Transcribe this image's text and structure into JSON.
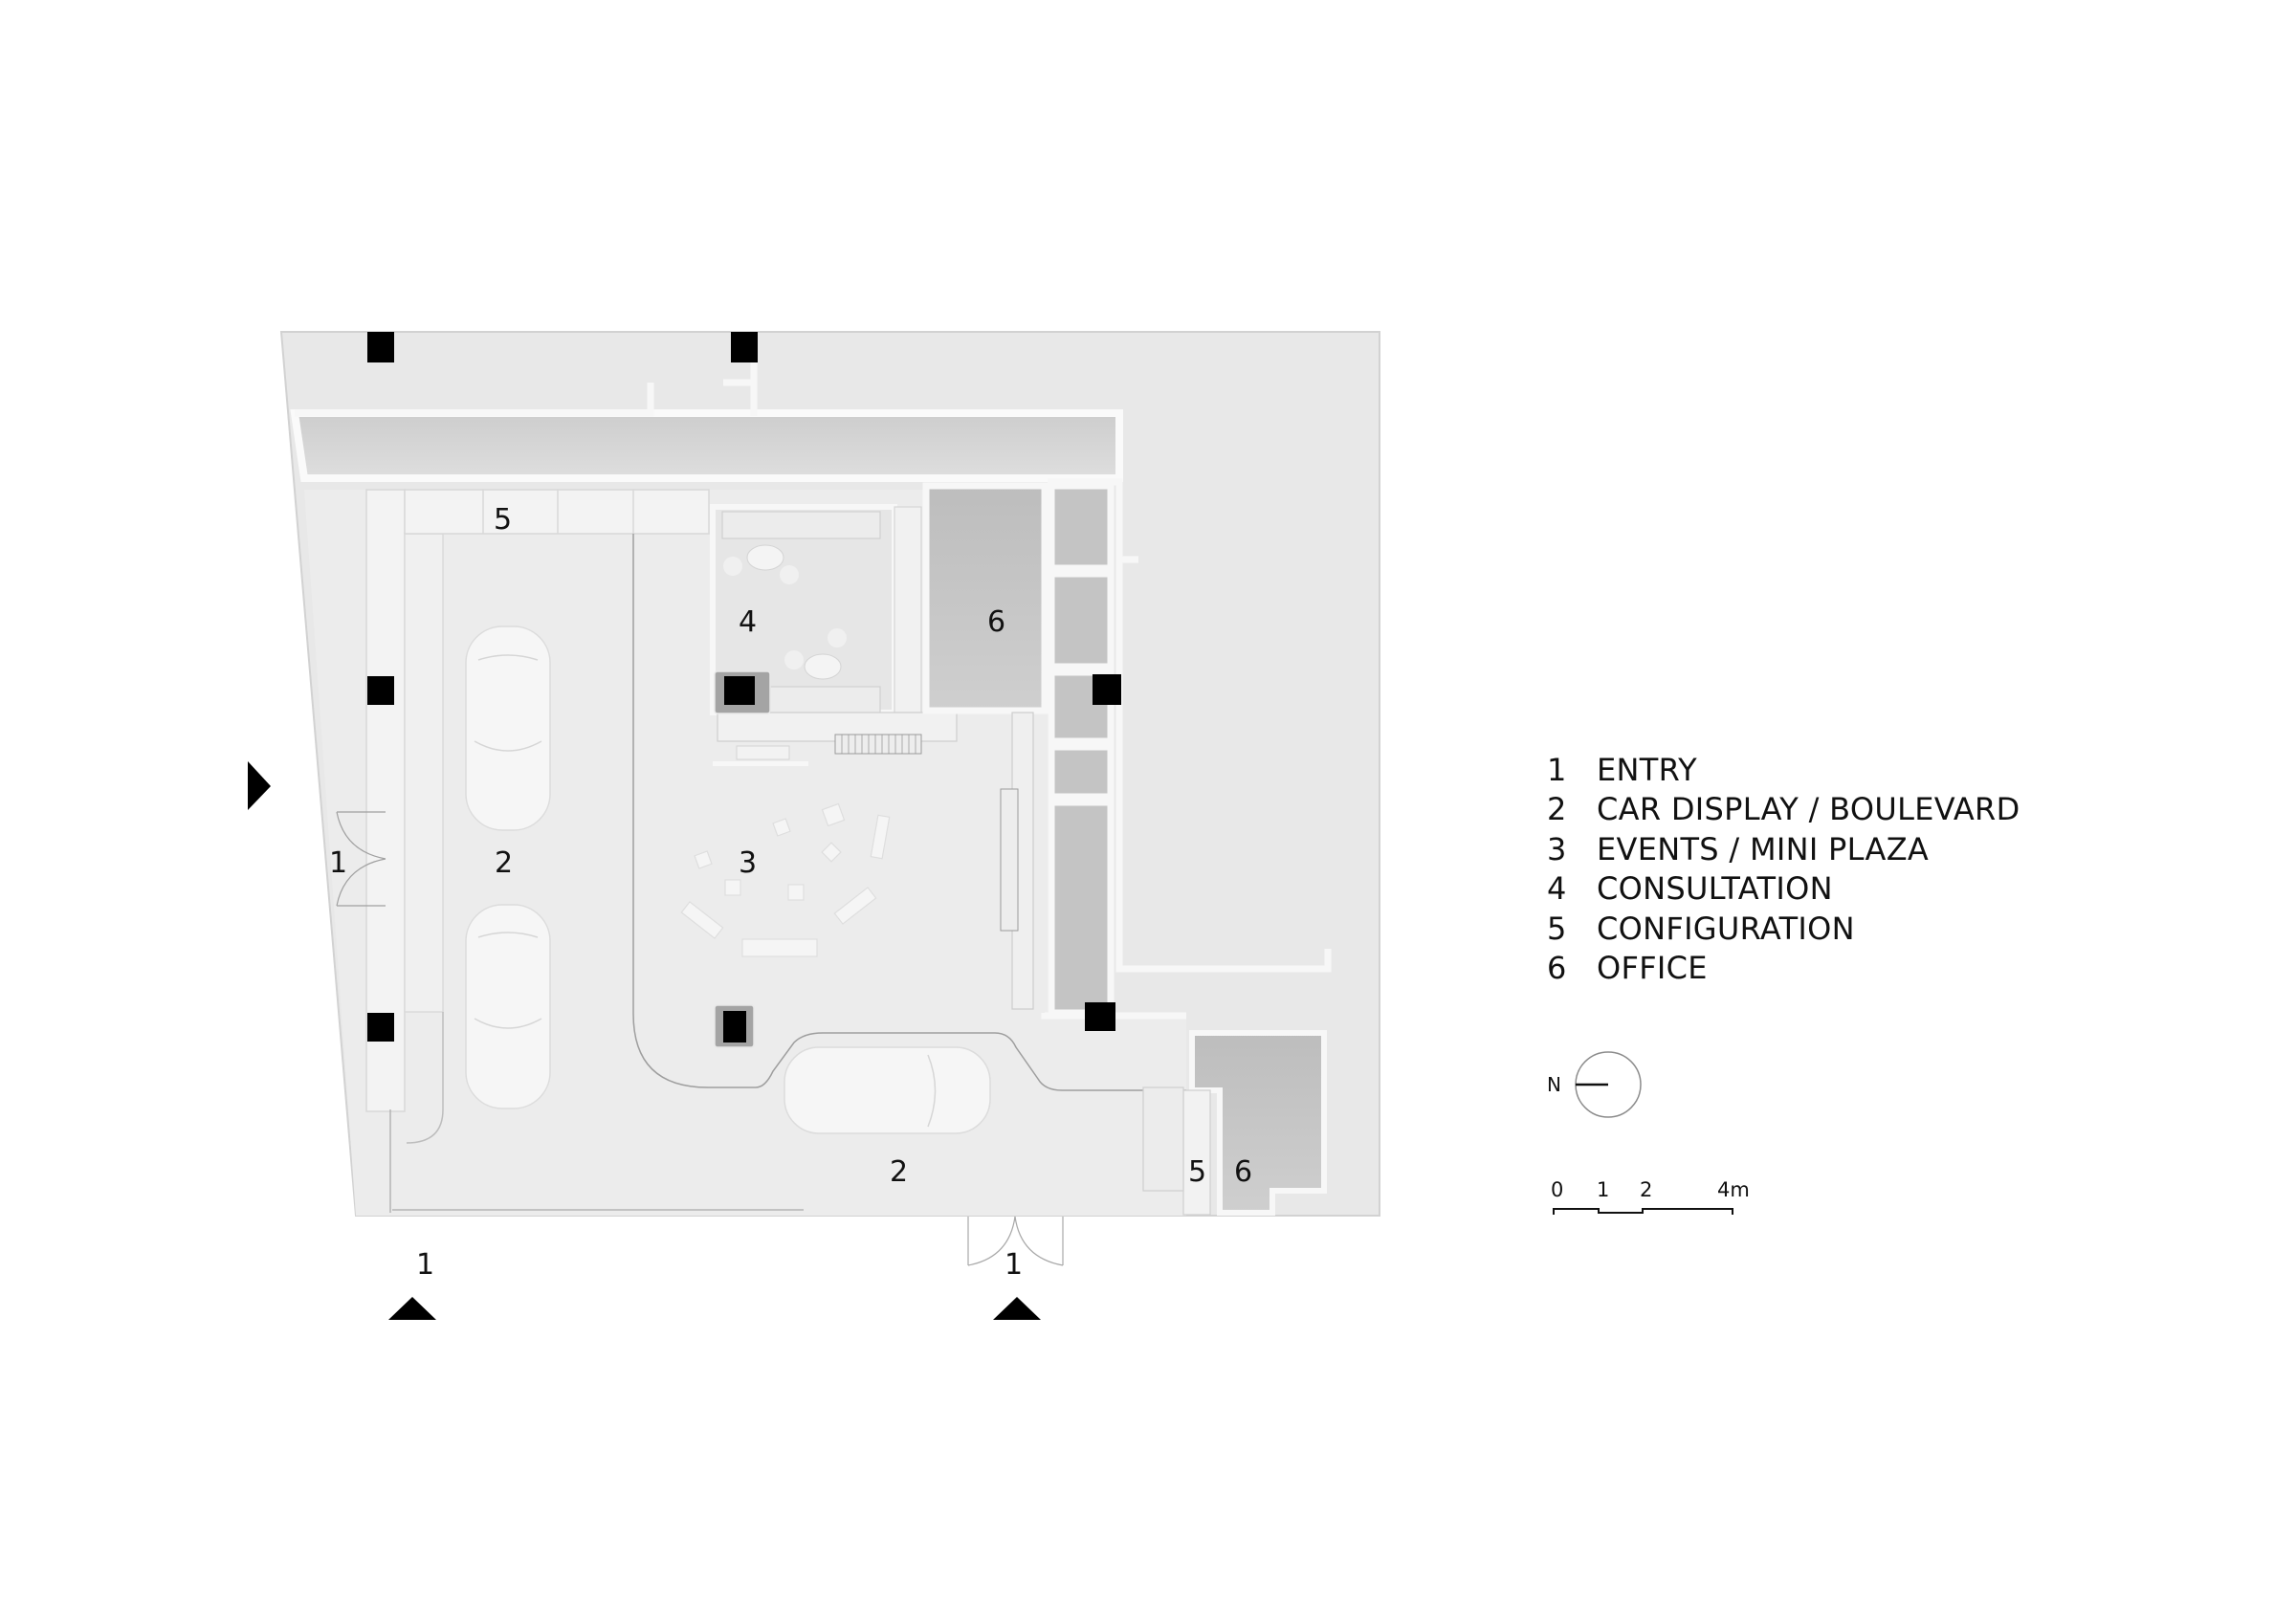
{
  "legend": {
    "items": [
      {
        "num": "1",
        "label": "ENTRY"
      },
      {
        "num": "2",
        "label": "CAR DISPLAY / BOULEVARD"
      },
      {
        "num": "3",
        "label": "EVENTS / MINI PLAZA"
      },
      {
        "num": "4",
        "label": "CONSULTATION"
      },
      {
        "num": "5",
        "label": "CONFIGURATION"
      },
      {
        "num": "6",
        "label": "OFFICE"
      }
    ]
  },
  "plan_labels": {
    "entry_west": "1",
    "entry_south_left": "1",
    "entry_south_right": "1",
    "car_display_west": "2",
    "car_display_south": "2",
    "events": "3",
    "consultation": "4",
    "configuration_north": "5",
    "configuration_south": "5",
    "office_north": "6",
    "office_south": "6"
  },
  "north_arrow": {
    "label": "N"
  },
  "scale_bar": {
    "ticks": [
      "0",
      "1",
      "2",
      "4m"
    ]
  },
  "colors": {
    "background": "#ffffff",
    "floor": "#e9e9e9",
    "wall": "#f7f7f7",
    "office": "#c4c4c4",
    "column": "#000000",
    "text": "#111111"
  }
}
